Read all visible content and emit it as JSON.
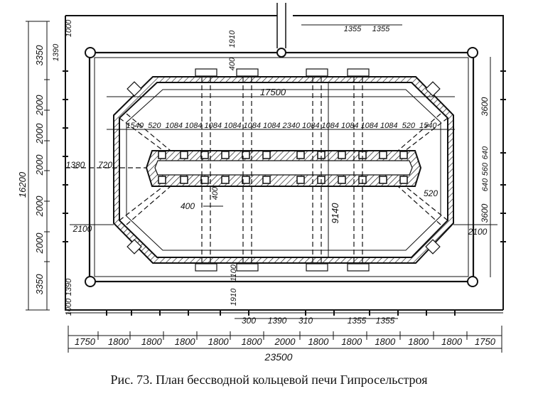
{
  "caption": "Рис. 73. План бессводной кольцевой печи Гипросельстроя",
  "dims": {
    "total_length": "23500",
    "total_width": "16200",
    "kiln_length": "17500",
    "kiln_inner_height": "9140",
    "side_3350": "3350",
    "step_2000": "2000",
    "step_1390": "1390",
    "step_1910": "1910",
    "step_400": "400",
    "step_1355": "1355",
    "step_1000": "1000",
    "step_1380": "1380",
    "step_720": "720",
    "step_2100": "2100",
    "step_520": "520",
    "step_3600": "3600",
    "step_640": "640",
    "step_560": "560",
    "step_300": "300",
    "step_310": "310",
    "step_1100": "1100",
    "top_chain": [
      "1540",
      "520",
      "1084",
      "1084",
      "1084",
      "1084",
      "1084",
      "1084",
      "2340",
      "1084",
      "1084",
      "1084",
      "1084",
      "1084",
      "520",
      "1540"
    ],
    "bottom_chain": [
      "1750",
      "1800",
      "1800",
      "1800",
      "1800",
      "1800",
      "2000",
      "1800",
      "1800",
      "1800",
      "1800",
      "1800",
      "1750"
    ]
  }
}
